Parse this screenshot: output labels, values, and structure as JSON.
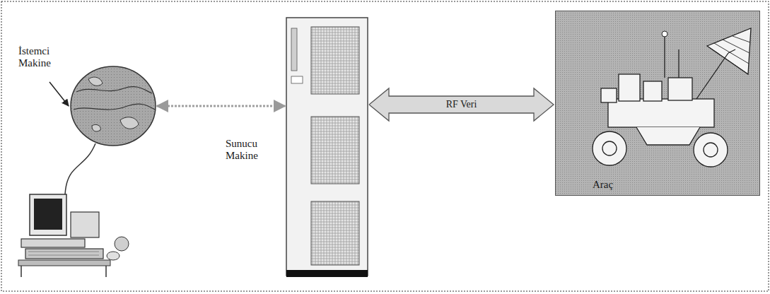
{
  "diagram": {
    "nodes": [
      {
        "text": [
          "İstemci Makine"
        ]
      },
      {
        "text": [
          "Sunucu Makine"
        ]
      },
      {
        "text": [
          "Araç"
        ]
      }
    ],
    "edges": [
      {
        "from": 0,
        "to": 1,
        "arrow": "both"
      },
      {
        "from": 1,
        "to": 2,
        "label": "RF Veri",
        "arrow": "both"
      }
    ]
  }
}
